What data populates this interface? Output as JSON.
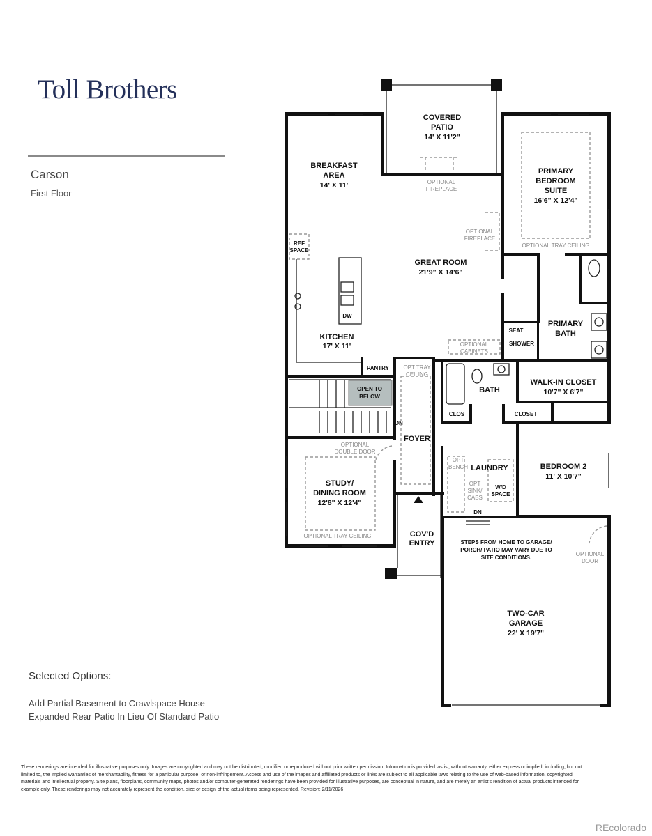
{
  "brand": "Toll Brothers",
  "model": "Carson",
  "floor": "First Floor",
  "selected_options_title": "Selected Options:",
  "selected_options": [
    "Add Partial Basement to Crawlspace House",
    "Expanded Rear Patio In Lieu Of Standard Patio"
  ],
  "rooms": {
    "covered_patio": {
      "name_1": "COVERED",
      "name_2": "PATIO",
      "dim": "14' X 11'2\""
    },
    "breakfast": {
      "name_1": "BREAKFAST",
      "name_2": "AREA",
      "dim": "14' X 11'"
    },
    "primary_suite": {
      "name_1": "PRIMARY",
      "name_2": "BEDROOM",
      "name_3": "SUITE",
      "dim": "16'6\" X 12'4\""
    },
    "great_room": {
      "name": "GREAT ROOM",
      "dim": "21'9\" X 14'6\""
    },
    "kitchen": {
      "name": "KITCHEN",
      "dim": "17' X 11'"
    },
    "primary_bath": {
      "name_1": "PRIMARY",
      "name_2": "BATH"
    },
    "walk_in_closet": {
      "name": "WALK-IN CLOSET",
      "dim": "10'7\" X 6'7\""
    },
    "bath": {
      "name": "BATH"
    },
    "foyer": {
      "name": "FOYER"
    },
    "laundry": {
      "name": "LAUNDRY"
    },
    "bedroom2": {
      "name": "BEDROOM 2",
      "dim": "11' X 10'7\""
    },
    "study": {
      "name_1": "STUDY/",
      "name_2": "DINING ROOM",
      "dim": "12'8\" X 12'4\""
    },
    "covd_entry": {
      "name_1": "COV'D",
      "name_2": "ENTRY"
    },
    "garage": {
      "name_1": "TWO-CAR",
      "name_2": "GARAGE",
      "dim": "22' X 19'7\""
    }
  },
  "labels": {
    "ref_space_1": "REF",
    "ref_space_2": "SPACE",
    "dw": "DW",
    "pantry": "PANTRY",
    "open_below_1": "OPEN TO",
    "open_below_2": "BELOW",
    "dn_stair": "DN",
    "dn_laundry": "DN",
    "seat": "SEAT",
    "shower": "SHOWER",
    "clos": "CLOS",
    "closet": "CLOSET",
    "opt_bench_1": "OPT",
    "opt_bench_2": "BENCH",
    "opt_sink_1": "OPT",
    "opt_sink_2": "SINK/",
    "opt_sink_3": "CABS",
    "wd_1": "W/D",
    "wd_2": "SPACE",
    "steps_1": "STEPS FROM HOME TO GARAGE/",
    "steps_2": "PORCH/ PATIO MAY VARY DUE TO",
    "steps_3": "SITE CONDITIONS."
  },
  "optional_labels": {
    "fireplace_patio_1": "OPTIONAL",
    "fireplace_patio_2": "FIREPLACE",
    "fireplace_great_1": "OPTIONAL",
    "fireplace_great_2": "FIREPLACE",
    "tray_primary": "OPTIONAL TRAY CEILING",
    "cabinets_1": "OPTIONAL",
    "cabinets_2": "CABINETS",
    "tray_foyer_1": "OPT TRAY",
    "tray_foyer_2": "CEILING",
    "double_door_1": "OPTIONAL",
    "double_door_2": "DOUBLE DOOR",
    "tray_study": "OPTIONAL TRAY CEILING",
    "garage_door_1": "OPTIONAL",
    "garage_door_2": "DOOR"
  },
  "disclaimer": "These renderings are intended for illustrative purposes only. Images are copyrighted and may not be distributed, modified or reproduced without prior written permission. Information is provided 'as is', without warranty, either express or implied, including, but not limited to, the implied warranties of merchantability, fitness for a particular purpose, or non-infringement. Access and use of the images and affiliated products or links are subject to all applicable laws relating to the use of web-based information, copyrighted materials and intellectual property. Site plans, floorplans, community maps, photos and/or computer-generated renderings have been provided for illustrative purposes, are conceptual in nature, and are merely an artist's rendition of actual products intended for example only. These renderings may not accurately represent the condition, size or design of the actual items being represented. Revision: 2/11/2026",
  "watermark": "REcolorado"
}
